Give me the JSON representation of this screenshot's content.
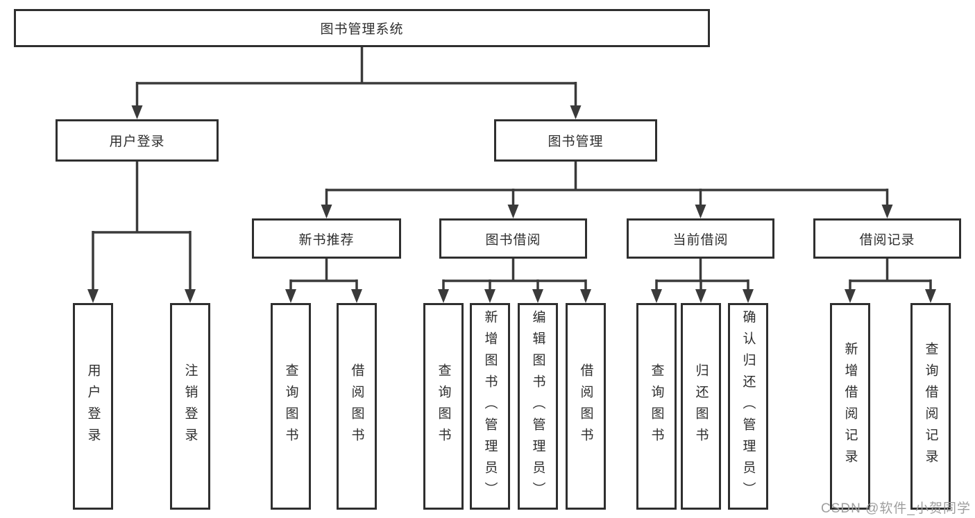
{
  "nodes": {
    "root": "图书管理系统",
    "level2": {
      "user_login": "用户登录",
      "book_mgmt": "图书管理"
    },
    "level3": {
      "new_book_rec": "新书推荐",
      "book_borrow": "图书借阅",
      "current_borrow": "当前借阅",
      "borrow_record": "借阅记录"
    },
    "leaves": {
      "user_login": [
        "用户登录",
        "注销登录"
      ],
      "new_book_rec": [
        "查询图书",
        "借阅图书"
      ],
      "book_borrow": [
        "查询图书",
        "新增图书（管理员）",
        "编辑图书（管理员）",
        "借阅图书"
      ],
      "current_borrow": [
        "查询图书",
        "归还图书",
        "确认归还（管理员）"
      ],
      "borrow_record": [
        "新增借阅记录",
        "查询借阅记录"
      ]
    }
  },
  "watermark": {
    "text": "CSDN @软件_小贺同学"
  },
  "colors": {
    "line": "#3a3a3a",
    "box_border": "#2f2f2f",
    "text": "#2e2e2e",
    "watermark": "#9e9e9e",
    "background": "#ffffff"
  }
}
